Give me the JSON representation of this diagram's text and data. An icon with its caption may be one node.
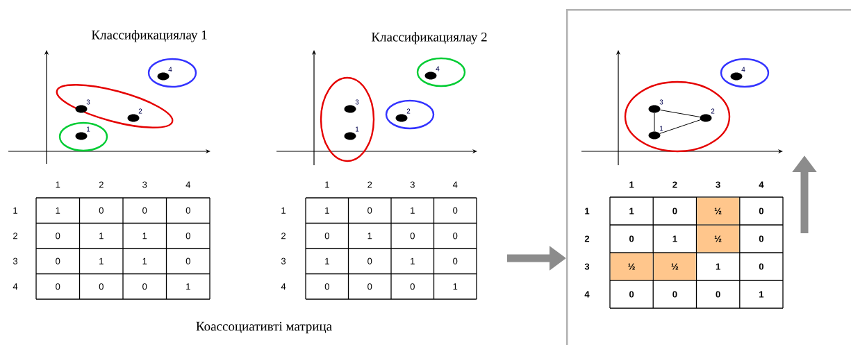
{
  "diagram": {
    "caption": "Коассоциативті матрица",
    "nodes": [
      {
        "text": [],
        "shape": "ellipse"
      },
      {
        "text": [],
        "shape": "circle",
        "beside": [
          "1"
        ],
        "in": 0
      },
      {
        "text": [],
        "shape": "ellipse"
      },
      {
        "text": [],
        "shape": "circle",
        "beside": [
          "3"
        ],
        "in": 2
      },
      {
        "text": [],
        "shape": "circle",
        "beside": [
          "2"
        ],
        "in": 2
      },
      {
        "text": [],
        "shape": "ellipse"
      },
      {
        "text": [],
        "shape": "circle",
        "beside": [
          "4"
        ],
        "in": 5
      },
      {
        "text": [],
        "shape": "ellipse"
      },
      {
        "text": [],
        "shape": "circle",
        "beside": [
          "3"
        ],
        "in": 7
      },
      {
        "text": [],
        "shape": "circle",
        "beside": [
          "1"
        ],
        "in": 7
      },
      {
        "text": [],
        "shape": "ellipse"
      },
      {
        "text": [],
        "shape": "circle",
        "beside": [
          "2"
        ],
        "in": 10
      },
      {
        "text": [],
        "shape": "ellipse"
      },
      {
        "text": [],
        "shape": "circle",
        "beside": [
          "4"
        ],
        "in": 12
      },
      {
        "text": [],
        "shape": "box"
      },
      {
        "text": [],
        "shape": "ellipse",
        "in": 14
      },
      {
        "text": [],
        "shape": "circle",
        "beside": [
          "3"
        ],
        "in": 15
      },
      {
        "text": [],
        "shape": "circle",
        "beside": [
          "1"
        ],
        "in": 15
      },
      {
        "text": [],
        "shape": "circle",
        "beside": [
          "2"
        ],
        "in": 15
      },
      {
        "text": [],
        "shape": "ellipse",
        "in": 14
      },
      {
        "text": [],
        "shape": "circle",
        "beside": [
          "4"
        ],
        "in": 19
      }
    ],
    "edges": [
      {
        "from": 16,
        "to": 17,
        "arrow": "none"
      },
      {
        "from": 16,
        "to": 18,
        "arrow": "none"
      },
      {
        "from": 17,
        "to": 18,
        "arrow": "none"
      },
      {
        "from": null,
        "to": 14,
        "arrow": "to",
        "style": "thick",
        "color": "#8c8c8c"
      }
    ],
    "labels": [
      "Классификациялау 1",
      "Классификациялау 2",
      "1",
      "2",
      "3",
      "4",
      "1",
      "1",
      "0",
      "0",
      "0",
      "2",
      "0",
      "1",
      "1",
      "0",
      "3",
      "0",
      "1",
      "1",
      "0",
      "4",
      "0",
      "0",
      "0",
      "1",
      "1",
      "2",
      "3",
      "4",
      "1",
      "1",
      "0",
      "1",
      "0",
      "2",
      "0",
      "1",
      "0",
      "0",
      "3",
      "1",
      "0",
      "1",
      "0",
      "4",
      "0",
      "0",
      "0",
      "1",
      "1",
      "2",
      "3",
      "4",
      "1",
      "1",
      "0",
      "½",
      "0",
      "2",
      "0",
      "1",
      "½",
      "0",
      "3",
      "½",
      "½",
      "1",
      "0",
      "4",
      "0",
      "0",
      "0",
      "1"
    ]
  }
}
